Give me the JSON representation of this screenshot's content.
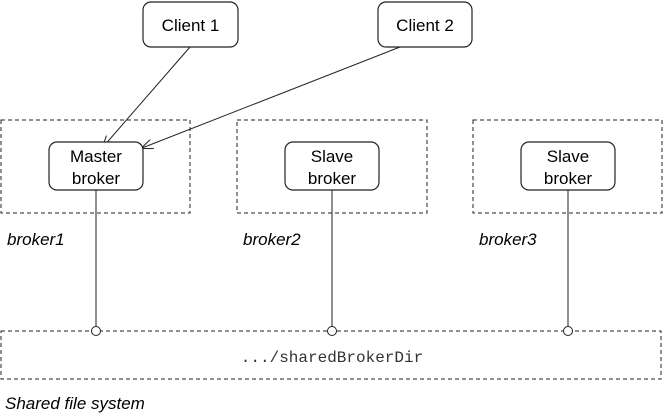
{
  "clients": [
    {
      "label": "Client 1"
    },
    {
      "label": "Client 2"
    }
  ],
  "brokers": [
    {
      "role_line1": "Master",
      "role_line2": "broker",
      "name": "broker1"
    },
    {
      "role_line1": "Slave",
      "role_line2": "broker",
      "name": "broker2"
    },
    {
      "role_line1": "Slave",
      "role_line2": "broker",
      "name": "broker3"
    }
  ],
  "storage": {
    "path": ".../sharedBrokerDir",
    "caption": "Shared file system"
  }
}
